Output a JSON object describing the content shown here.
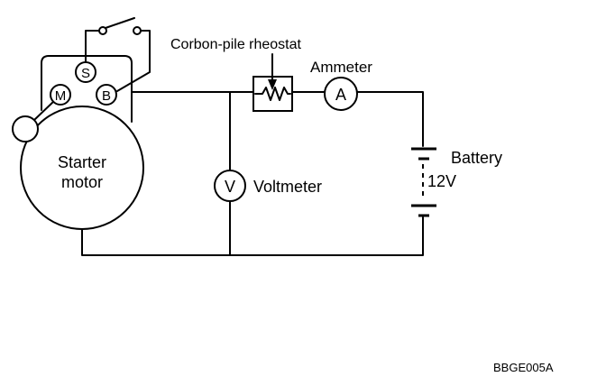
{
  "labels": {
    "rheostat": "Corbon-pile rheostat",
    "ammeter": "Ammeter",
    "battery": "Battery",
    "battery_voltage": "12V",
    "voltmeter": "Voltmeter",
    "motor_line1": "Starter",
    "motor_line2": "motor",
    "code": "BBGE005A"
  },
  "symbols": {
    "terminal_s": "S",
    "terminal_m": "M",
    "terminal_b": "B",
    "ammeter": "A",
    "voltmeter": "V"
  }
}
